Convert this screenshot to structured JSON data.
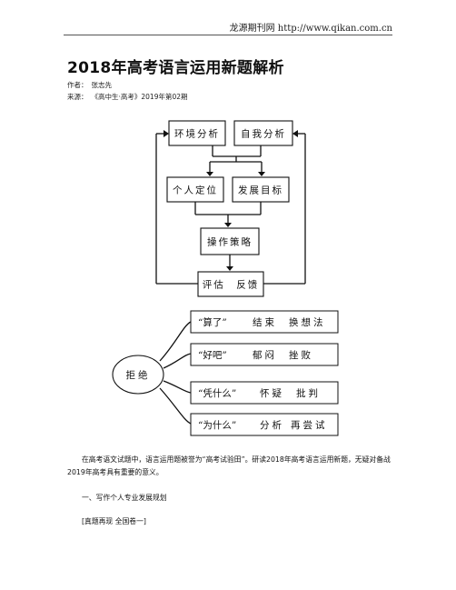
{
  "header": {
    "site": "龙源期刊网 http://www.qikan.com.cn"
  },
  "article": {
    "title": "2018年高考语言运用新题解析",
    "author_label": "作者：",
    "author": "张志先",
    "source_label": "来源：",
    "source": "《高中生·高考》2019年第02期"
  },
  "flowchart": {
    "env": "环境分析",
    "self": "自我分析",
    "position": "个人定位",
    "goal": "发展目标",
    "strategy": "操作策略",
    "feedback": "评估　反馈"
  },
  "mindmap": {
    "center": "拒绝",
    "items": [
      {
        "quote": "“算了”",
        "a": "结束",
        "b": "换想法"
      },
      {
        "quote": "“好吧”",
        "a": "郁闷",
        "b": "挫败"
      },
      {
        "quote": "“凭什么”",
        "a": "怀疑",
        "b": "批判"
      },
      {
        "quote": "“为什么”",
        "a": "分析",
        "b": "再尝试"
      }
    ]
  },
  "body": {
    "p1": "在高考语文试题中，语言运用题被誉为“高考试验田”。研读2018年高考语言运用新题，无疑对备战2019年高考具有重要的意义。",
    "p2": "一、写作个人专业发展规划",
    "p3": "[真题再现 全国卷一]"
  }
}
